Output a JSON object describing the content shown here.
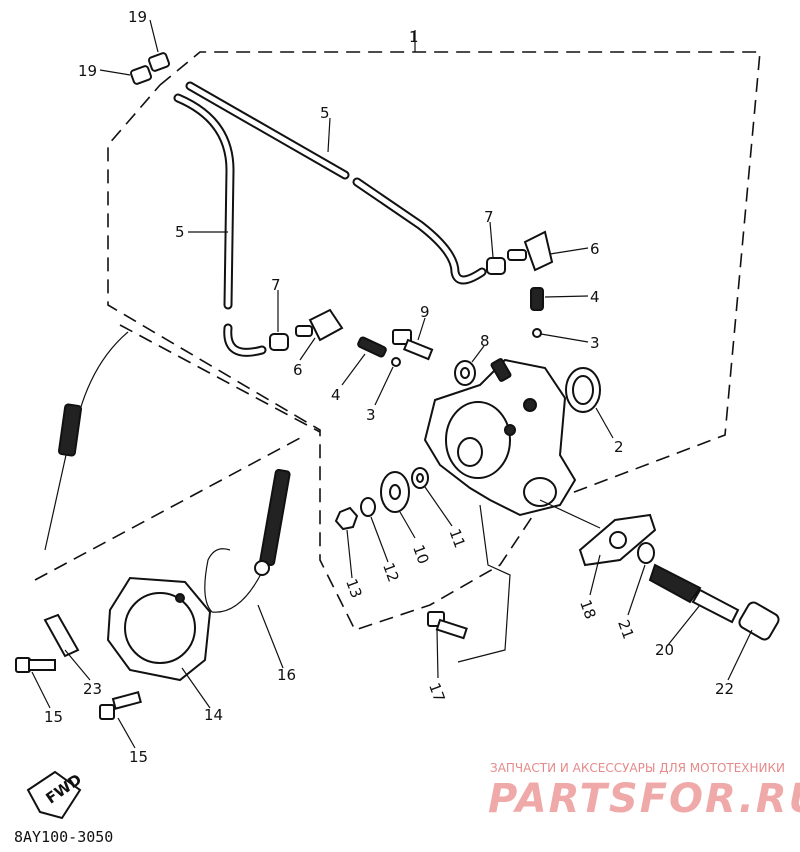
{
  "callouts": {
    "c1": "1",
    "c2": "2",
    "c3a": "3",
    "c3b": "3",
    "c4a": "4",
    "c4b": "4",
    "c5a": "5",
    "c5b": "5",
    "c6a": "6",
    "c6b": "6",
    "c7a": "7",
    "c7b": "7",
    "c8": "8",
    "c9": "9",
    "c10": "10",
    "c11": "11",
    "c12": "12",
    "c13": "13",
    "c14": "14",
    "c15a": "15",
    "c15b": "15",
    "c16": "16",
    "c17": "17",
    "c18": "18",
    "c19a": "19",
    "c19b": "19",
    "c20": "20",
    "c21": "21",
    "c22": "22",
    "c23": "23"
  },
  "diagram_code": "8AY100-3050",
  "fwd_label": "FWD",
  "watermark": {
    "tagline": "ЗАПЧАСТИ И АКСЕССУАРЫ ДЛЯ МОТОТЕХНИКИ",
    "brand": "PARTSFOR.RU"
  }
}
